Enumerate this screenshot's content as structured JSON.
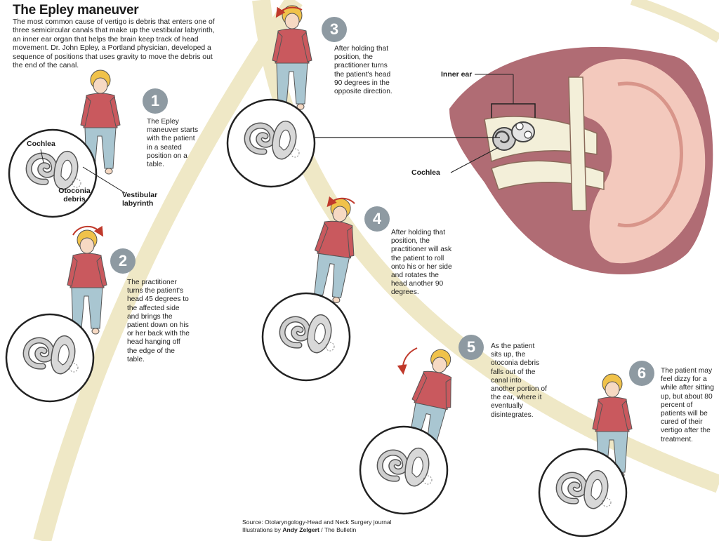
{
  "title": "The Epley maneuver",
  "intro": "The most common cause of vertigo is debris that enters one of three semicircular canals that make up the vestibular labyrinth, an inner ear organ that helps the brain keep track of head movement. Dr. John Epley, a Portland physician, developed a sequence of positions that uses gravity to move the debris out the end of the canal.",
  "steps": [
    {
      "number": "1",
      "text": "The Epley maneuver starts with the patient in a seated position on a table."
    },
    {
      "number": "2",
      "text": "The practitioner turns the patient's head 45 degrees to the affected side and brings the patient down on his or her back with the head hanging off the edge of the table."
    },
    {
      "number": "3",
      "text": "After holding that position, the practitioner turns the patient's head 90 degrees in the opposite direction."
    },
    {
      "number": "4",
      "text": "After holding that position, the practitioner will ask the patient to roll onto his or her side and rotates the head another 90 degrees."
    },
    {
      "number": "5",
      "text": "As the patient sits up, the otoconia debris falls out of the canal into another portion of the ear, where it eventually disintegrates."
    },
    {
      "number": "6",
      "text": "The patient may feel dizzy for a while after sitting up, but about 80 percent of patients will be cured of their vertigo after the treatment."
    }
  ],
  "labels": {
    "cochlea": "Cochlea",
    "otoconia": "Otoconia debris",
    "vestibular": "Vestibular labyrinth",
    "inner_ear": "Inner ear",
    "cochlea_big": "Cochlea"
  },
  "source": {
    "line1": "Source: Otolaryngology-Head and Neck Surgery journal",
    "line2_prefix": "Illustrations by ",
    "illustrator": "Andy Zelgert",
    "line2_suffix": " / The Bulletin"
  },
  "colors": {
    "arc": "#efe8c6",
    "badge": "#8e9aa2",
    "shirt": "#c9595e",
    "jeans": "#a9c6d1",
    "hair": "#f0c24a",
    "ear_outer": "#f3c9bd",
    "ear_flesh": "#b06c74",
    "bone": "#f3efd9",
    "ear_grey": "#c9c9c9",
    "arrow": "#c0392b"
  }
}
